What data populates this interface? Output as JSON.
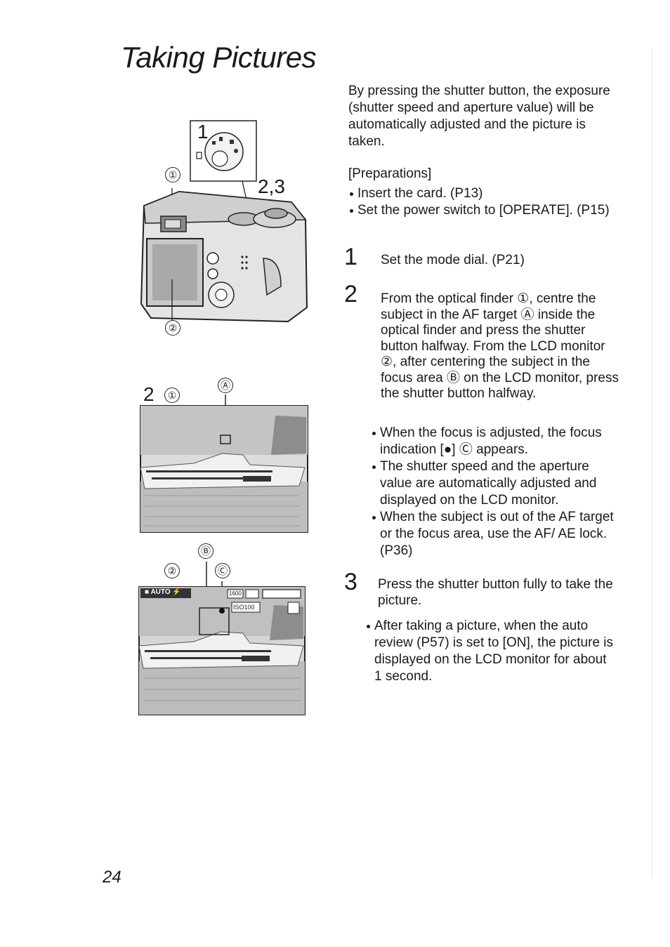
{
  "page": {
    "title": "Taking Pictures",
    "page_number": "24"
  },
  "intro": "By pressing the shutter button, the exposure (shutter speed and aperture value) will be automatically adjusted and the picture is taken.",
  "preparations": {
    "heading": "[Preparations]",
    "items": [
      "Insert the card. (P13)",
      "Set the power switch to [OPERATE]. (P15)"
    ]
  },
  "steps": [
    {
      "number": "1",
      "text": "Set the mode dial. (P21)",
      "notes": []
    },
    {
      "number": "2",
      "text": "From the optical finder ①, centre the subject in the AF target Ⓐ inside the optical finder and press the shutter button halfway. From the LCD monitor ②, after centering the subject in the focus area Ⓑ on the LCD monitor, press the shutter button halfway.",
      "notes": [
        "When the focus is adjusted, the focus indication [●] Ⓒ appears.",
        "The shutter speed and the aperture value are automatically adjusted and displayed on the LCD monitor.",
        "When the subject is out of the AF target or the focus area, use the AF/ AE lock. (P36)"
      ]
    },
    {
      "number": "3",
      "text": "Press the shutter button fully to take the picture.",
      "notes": [
        "After taking a picture, when the auto review (P57) is set to [ON], the picture is displayed on the LCD monitor for about 1 second."
      ]
    }
  ],
  "figures": {
    "camera": {
      "callout_1": "1",
      "callout_23": "2,3",
      "marker_1": "①",
      "marker_2": "②"
    },
    "finder_view": {
      "step_label": "2",
      "marker_1": "①",
      "marker_a": "Ⓐ"
    },
    "lcd_view": {
      "marker_2": "②",
      "marker_b": "Ⓑ",
      "marker_c": "Ⓒ",
      "mode_text": "AUTO",
      "iso_text": "ISO100",
      "res_text": "1600"
    }
  },
  "colors": {
    "text": "#1a1a1a",
    "photo_dark": "#7a7a7a",
    "photo_light": "#d8d8d8"
  }
}
